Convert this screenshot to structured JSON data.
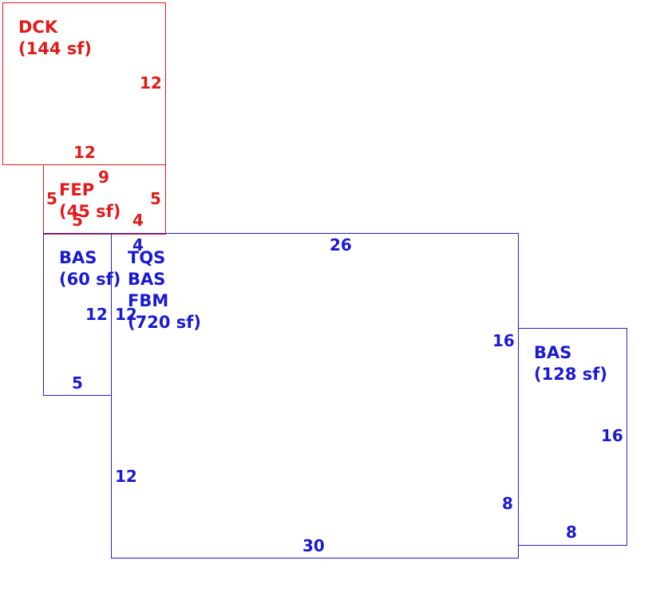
{
  "colors": {
    "porch_deck": "#e11a1a",
    "living": "#1a1ad2"
  },
  "areas": {
    "dck": {
      "code": "DCK",
      "size": "(144 sf)",
      "dims": {
        "right": "12",
        "bottom": "12"
      }
    },
    "fep": {
      "code": "FEP",
      "size": "(45 sf)",
      "dims": {
        "top": "9",
        "left": "5",
        "right": "5",
        "bottom_left": "5",
        "bottom_right": "4"
      }
    },
    "bas_small": {
      "code": "BAS",
      "size": "(60 sf)",
      "dims": {
        "top": "4",
        "right": "12",
        "bottom": "5"
      }
    },
    "main": {
      "codes": [
        "TQS",
        "BAS",
        "FBM"
      ],
      "size": "(720 sf)",
      "dims": {
        "top": "26",
        "left_top": "12",
        "left_bottom": "12",
        "right_top": "16",
        "right_bottom": "8",
        "bottom": "30"
      }
    },
    "bas_right": {
      "code": "BAS",
      "size": "(128 sf)",
      "dims": {
        "right": "16",
        "bottom": "8"
      }
    }
  }
}
